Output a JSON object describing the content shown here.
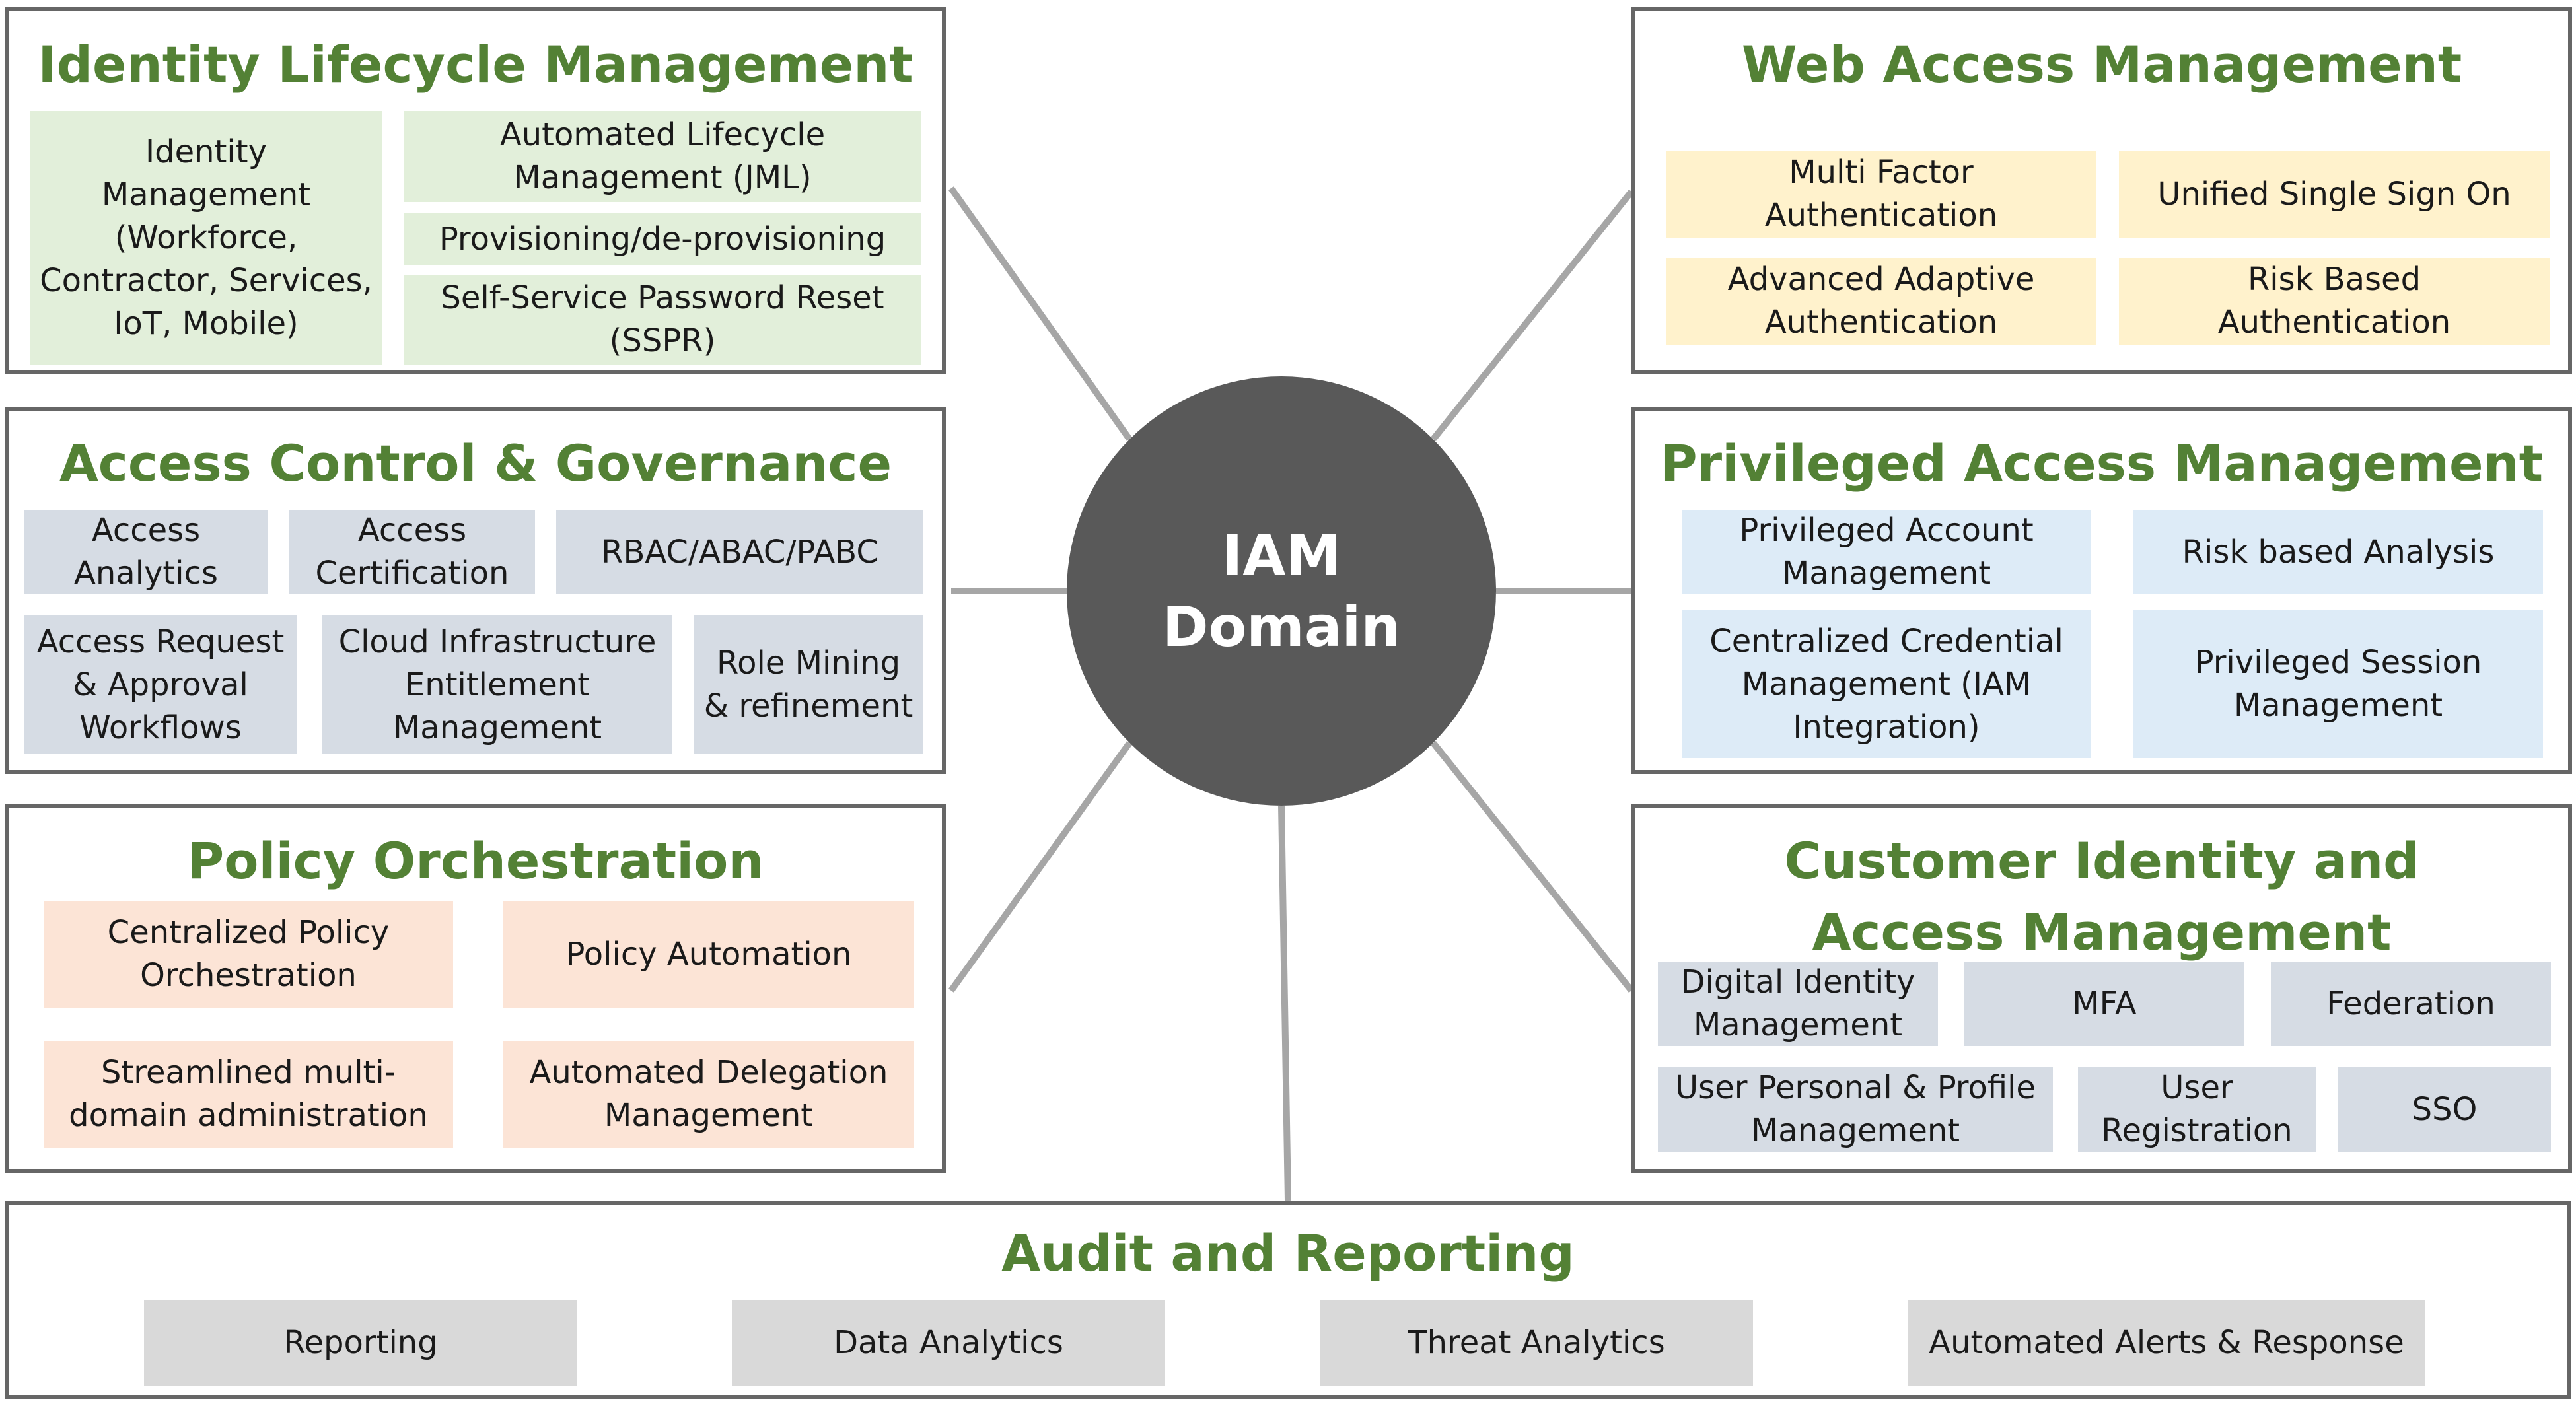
{
  "hub": {
    "label": "IAM\nDomain"
  },
  "panels": {
    "identity_lifecycle": {
      "title": "Identity Lifecycle Management",
      "items": [
        "Identity Management (Workforce, Contractor, Services, IoT, Mobile)",
        "Automated Lifecycle Management (JML)",
        "Provisioning/de-provisioning",
        "Self-Service Password Reset (SSPR)"
      ]
    },
    "web_access": {
      "title": "Web Access Management",
      "items": [
        "Multi Factor Authentication",
        "Unified Single Sign On",
        "Advanced Adaptive Authentication",
        "Risk Based Authentication"
      ]
    },
    "access_control": {
      "title": "Access Control & Governance",
      "items": [
        "Access Analytics",
        "Access Certification",
        "RBAC/ABAC/PABC",
        "Access Request & Approval Workflows",
        "Cloud Infrastructure Entitlement Management",
        "Role Mining & refinement"
      ]
    },
    "privileged_access": {
      "title": "Privileged Access Management",
      "items": [
        "Privileged Account Management",
        "Risk based Analysis",
        "Centralized Credential Management (IAM Integration)",
        "Privileged Session Management"
      ]
    },
    "policy_orchestration": {
      "title": "Policy Orchestration",
      "items": [
        "Centralized Policy Orchestration",
        "Policy Automation",
        "Streamlined multi-domain administration",
        "Automated Delegation Management"
      ]
    },
    "customer_identity": {
      "title": "Customer Identity and Access Management",
      "items": [
        "Digital Identity Management",
        "MFA",
        "Federation",
        "User Personal & Profile Management",
        "User Registration",
        "SSO"
      ]
    },
    "audit": {
      "title": "Audit and Reporting",
      "items": [
        "Reporting",
        "Data Analytics",
        "Threat Analytics",
        "Automated Alerts & Response"
      ]
    }
  },
  "colors": {
    "title_green": "#538135",
    "panel_border": "#666666",
    "hub_fill": "#595959",
    "connector": "#a6a6a6",
    "identity_fill": "#e2efda",
    "web_fill": "#fff2cc",
    "access_control_fill": "#d6dce4",
    "privileged_fill": "#ddebf7",
    "policy_fill": "#fce4d6",
    "customer_fill": "#d6dce4",
    "audit_fill": "#d9d9d9"
  }
}
